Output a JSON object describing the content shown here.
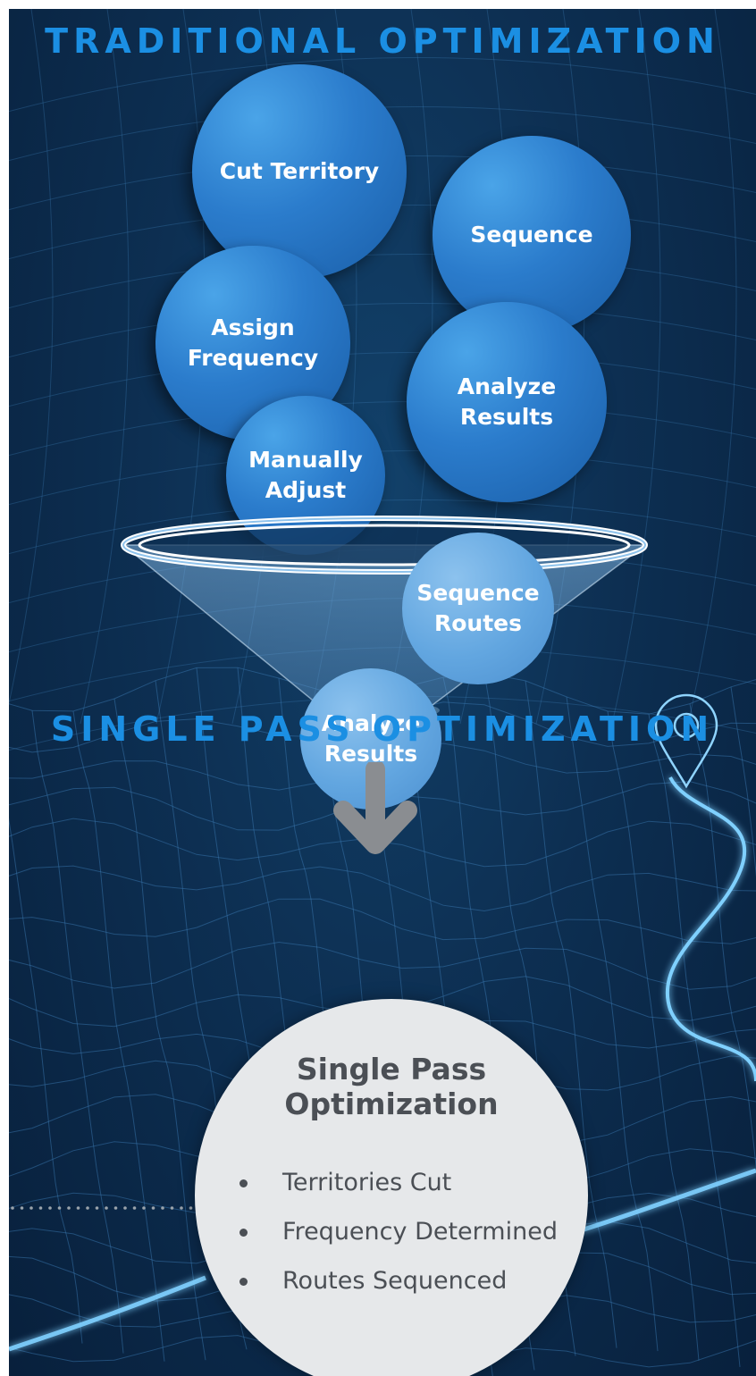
{
  "headings": {
    "traditional": "TRADITIONAL OPTIMIZATION",
    "single": "SINGLE PASS OPTIMIZATION"
  },
  "bubbles": {
    "cut_territory": [
      "Cut Territory"
    ],
    "sequence": [
      "Sequence"
    ],
    "assign_frequency": [
      "Assign",
      "Frequency"
    ],
    "analyze_results_top": [
      "Analyze",
      "Results"
    ],
    "manually_adjust": [
      "Manually",
      "Adjust"
    ],
    "sequence_routes": [
      "Sequence",
      "Routes"
    ],
    "analyze_results_funnel": [
      "Analyze",
      "Results"
    ]
  },
  "result": {
    "title_line1": "Single Pass",
    "title_line2": "Optimization",
    "items": [
      "Territories Cut",
      "Frequency Determined",
      "Routes Sequenced"
    ]
  },
  "icons": {
    "arrow": "down-arrow-icon",
    "pin": "map-pin-icon"
  },
  "colors": {
    "heading": "#1b8fe3",
    "bubble": "#2b7ccc",
    "result_text": "#4b4f55",
    "result_bg": "#e6e8ea",
    "arrow": "#8a8d91"
  }
}
